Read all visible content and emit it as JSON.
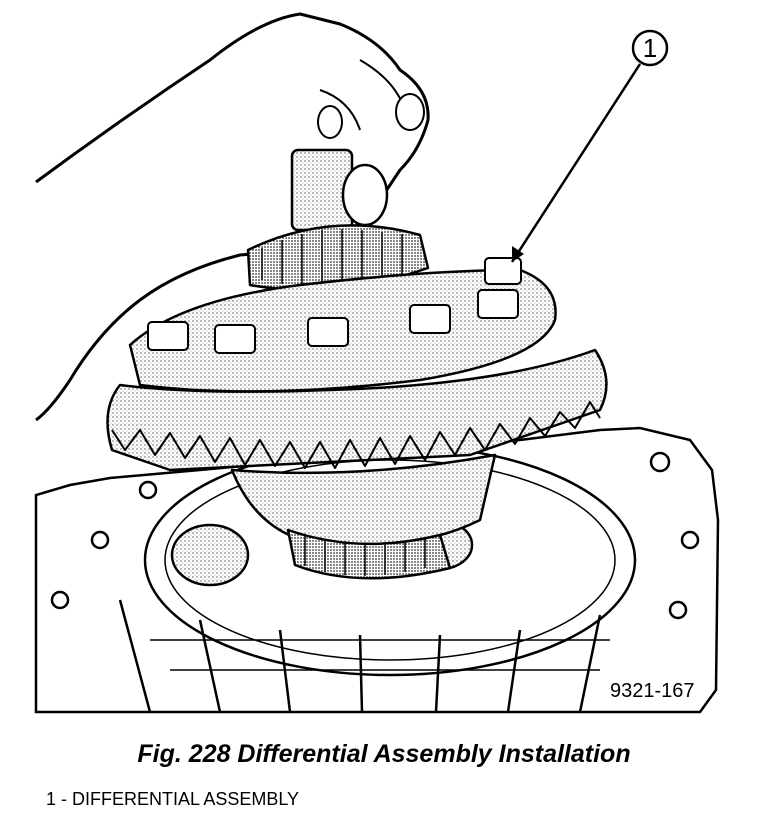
{
  "figure": {
    "callout_number": "1",
    "reference_code": "9321-167"
  },
  "caption": "Fig. 228 Differential Assembly Installation",
  "legend": [
    {
      "text": "1 - DIFFERENTIAL ASSEMBLY"
    }
  ]
}
